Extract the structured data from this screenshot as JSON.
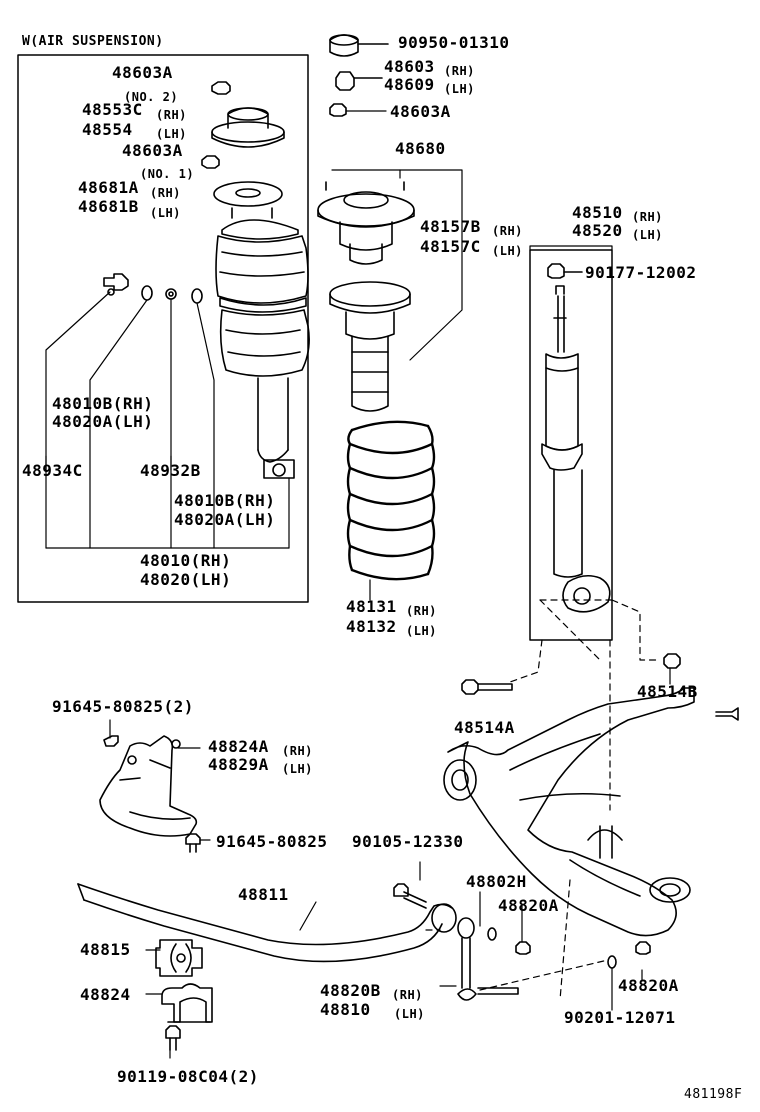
{
  "header": {
    "air_suspension": "W(AIR SUSPENSION)"
  },
  "figure_id": "481198F",
  "labels": {
    "p48603A_top": "48603A",
    "no2": "(NO. 2)",
    "p48553C": "48553C",
    "rh1": "(RH)",
    "p48554": "48554",
    "lh1": "(LH)",
    "p48603A_mid": "48603A",
    "no1": "(NO. 1)",
    "p48681A": "48681A",
    "rh2": "(RH)",
    "p48681B": "48681B",
    "lh2": "(LH)",
    "p48010B_1": "48010B(RH)",
    "p48020A_1": "48020A(LH)",
    "p48934C": "48934C",
    "p48932B": "48932B",
    "p48010B_2": "48010B(RH)",
    "p48020A_2": "48020A(LH)",
    "p48010": "48010(RH)",
    "p48020": "48020(LH)",
    "p90950": "90950-01310",
    "p48603": "48603",
    "rh3": "(RH)",
    "p48609": "48609",
    "lh3": "(LH)",
    "p48603A_right": "48603A",
    "p48680": "48680",
    "p48157B": "48157B",
    "rh4": "(RH)",
    "p48157C": "48157C",
    "lh4": "(LH)",
    "p48510": "48510",
    "rh5": "(RH)",
    "p48520": "48520",
    "lh5": "(LH)",
    "p90177": "90177-12002",
    "p48131": "48131",
    "rh6": "(RH)",
    "p48132": "48132",
    "lh6": "(LH)",
    "p48514B": "48514B",
    "p48514A": "48514A",
    "p91645_2": "91645-80825(2)",
    "p48824A": "48824A",
    "rh7": "(RH)",
    "p48829A": "48829A",
    "lh7": "(LH)",
    "p91645": "91645-80825",
    "p90105": "90105-12330",
    "p48811": "48811",
    "p48802H": "48802H",
    "p48820A_1": "48820A",
    "p48815": "48815",
    "p48824": "48824",
    "p48820B": "48820B",
    "rh8": "(RH)",
    "p48810": "48810",
    "lh8": "(LH)",
    "p48820A_2": "48820A",
    "p90201": "90201-12071",
    "p90119": "90119-08C04(2)"
  }
}
